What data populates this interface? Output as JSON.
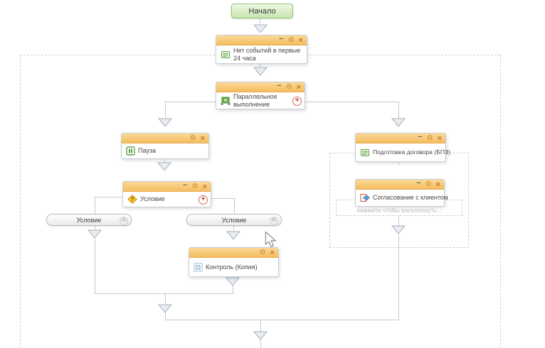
{
  "workflow": {
    "start_label": "Начало",
    "controls": {
      "minimize": "−",
      "settings": "⚙",
      "close": "×",
      "add": "+"
    },
    "nodes": {
      "no_events": {
        "title": "Нет событий в первые 24 часа",
        "icon": "document-icon"
      },
      "parallel": {
        "title": "Параллельное выполнение",
        "icon": "parallel-icon"
      },
      "pause": {
        "title": "Пауза",
        "icon": "pause-icon"
      },
      "condition": {
        "title": "Условие",
        "icon": "condition-diamond-icon"
      },
      "control": {
        "title": "Контроль (Копия)",
        "icon": "control-icon"
      },
      "contract": {
        "title": "Подготовка договора (БПЗ)",
        "icon": "contract-document-icon"
      },
      "approval": {
        "title": "Согласование с клиентом",
        "icon": "approval-arrow-icon"
      }
    },
    "branches": {
      "left": {
        "label": "Условие"
      },
      "right": {
        "label": "Условие"
      }
    },
    "expand_hint": "нажмите чтобы расхлопнуть...",
    "colors": {
      "header_orange": "#f4bd60",
      "start_green": "#c8e6ae",
      "connector": "#c3cad3",
      "dashed": "#d2d2d2",
      "icon_green": "#61a144",
      "plus_red": "#c03b32"
    }
  }
}
